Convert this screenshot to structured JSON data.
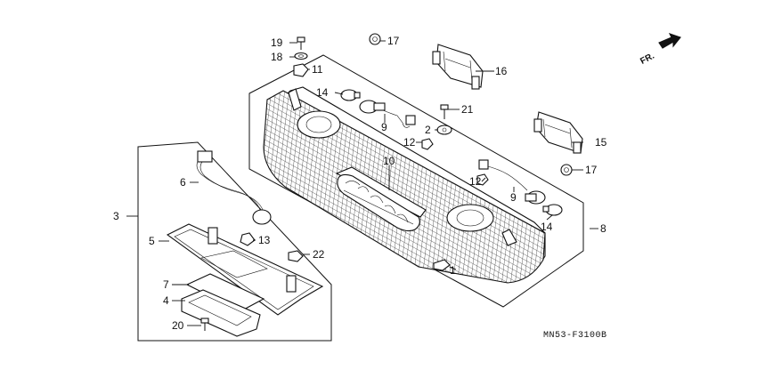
{
  "diagram": {
    "diagram_code": "MN53-F3100B",
    "direction_label": "FR.",
    "callouts": [
      {
        "id": "1",
        "label": "1"
      },
      {
        "id": "2",
        "label": "2"
      },
      {
        "id": "3",
        "label": "3"
      },
      {
        "id": "4",
        "label": "4"
      },
      {
        "id": "5",
        "label": "5"
      },
      {
        "id": "6",
        "label": "6"
      },
      {
        "id": "7",
        "label": "7"
      },
      {
        "id": "8",
        "label": "8"
      },
      {
        "id": "9a",
        "label": "9"
      },
      {
        "id": "9b",
        "label": "9"
      },
      {
        "id": "10",
        "label": "10"
      },
      {
        "id": "11",
        "label": "11"
      },
      {
        "id": "12a",
        "label": "12"
      },
      {
        "id": "12b",
        "label": "12"
      },
      {
        "id": "13",
        "label": "13"
      },
      {
        "id": "14a",
        "label": "14"
      },
      {
        "id": "14b",
        "label": "14"
      },
      {
        "id": "15",
        "label": "15"
      },
      {
        "id": "16",
        "label": "16"
      },
      {
        "id": "17a",
        "label": "17"
      },
      {
        "id": "17b",
        "label": "17"
      },
      {
        "id": "18",
        "label": "18"
      },
      {
        "id": "19",
        "label": "19"
      },
      {
        "id": "20",
        "label": "20"
      },
      {
        "id": "21",
        "label": "21"
      },
      {
        "id": "22",
        "label": "22"
      }
    ]
  }
}
